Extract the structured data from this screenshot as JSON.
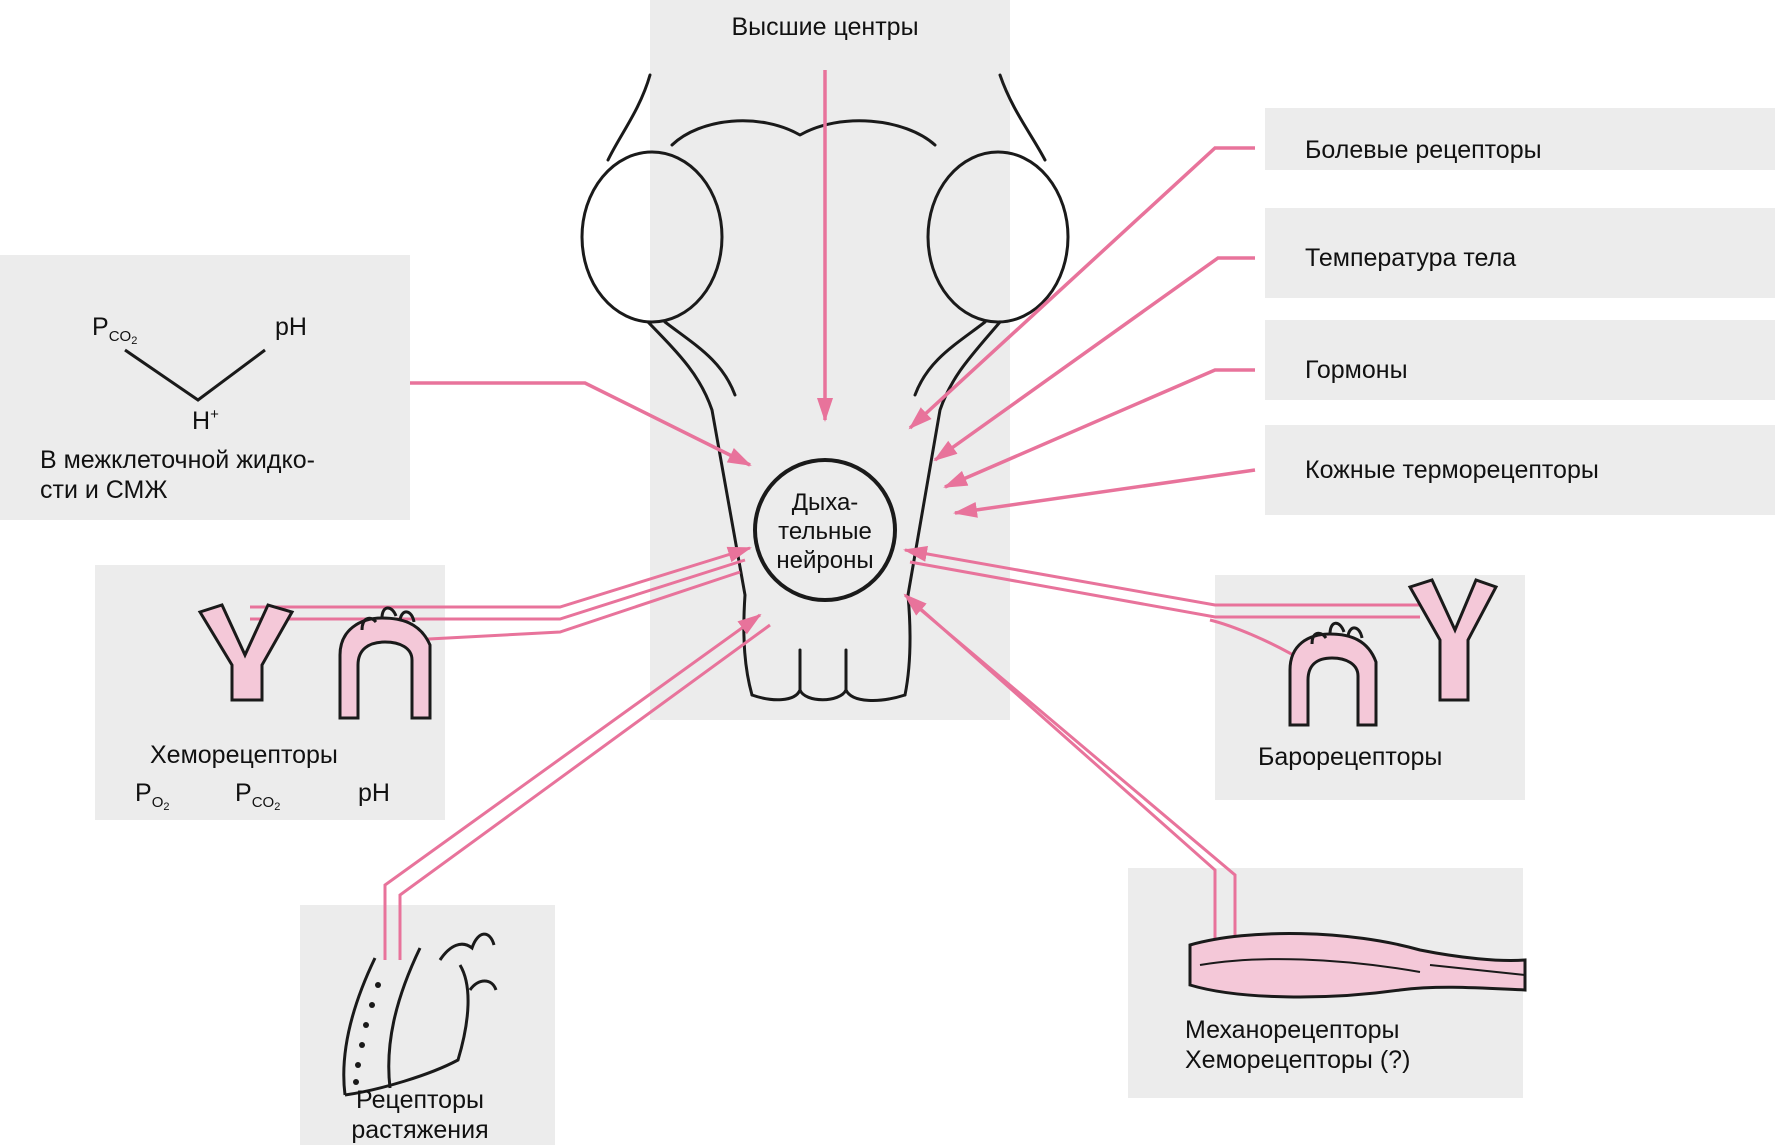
{
  "title": "Высшие центры",
  "center": {
    "line1": "Дыха-",
    "line2": "тельные",
    "line3": "нейроны"
  },
  "right_inputs": {
    "pain": "Болевые рецепторы",
    "temperature": "Температура тела",
    "hormones": "Гормоны",
    "skin": "Кожные терморецепторы"
  },
  "fluid": {
    "pco2_main": "P",
    "pco2_sub": "CO",
    "pco2_subsub": "2",
    "ph": "pH",
    "h_main": "H",
    "h_sup": "+",
    "caption1": "В межклеточной жидко-",
    "caption2": "сти и СМЖ"
  },
  "chemo": {
    "title": "Хеморецепторы",
    "po2_main": "P",
    "po2_sub": "O",
    "po2_subsub": "2",
    "pco2_main": "P",
    "pco2_sub": "CO",
    "pco2_subsub": "2",
    "ph": "pH"
  },
  "baro": {
    "title": "Барорецепторы"
  },
  "stretch": {
    "line1": "Рецепторы",
    "line2": "растяжения"
  },
  "muscle": {
    "line1": "Механорецепторы",
    "line2": "Хеморецепторы (?)"
  },
  "colors": {
    "arrow": "#e8739b",
    "ink": "#1a1a1a",
    "tint": "#f4c8d8",
    "gray_patch": "#e9e9e9"
  }
}
